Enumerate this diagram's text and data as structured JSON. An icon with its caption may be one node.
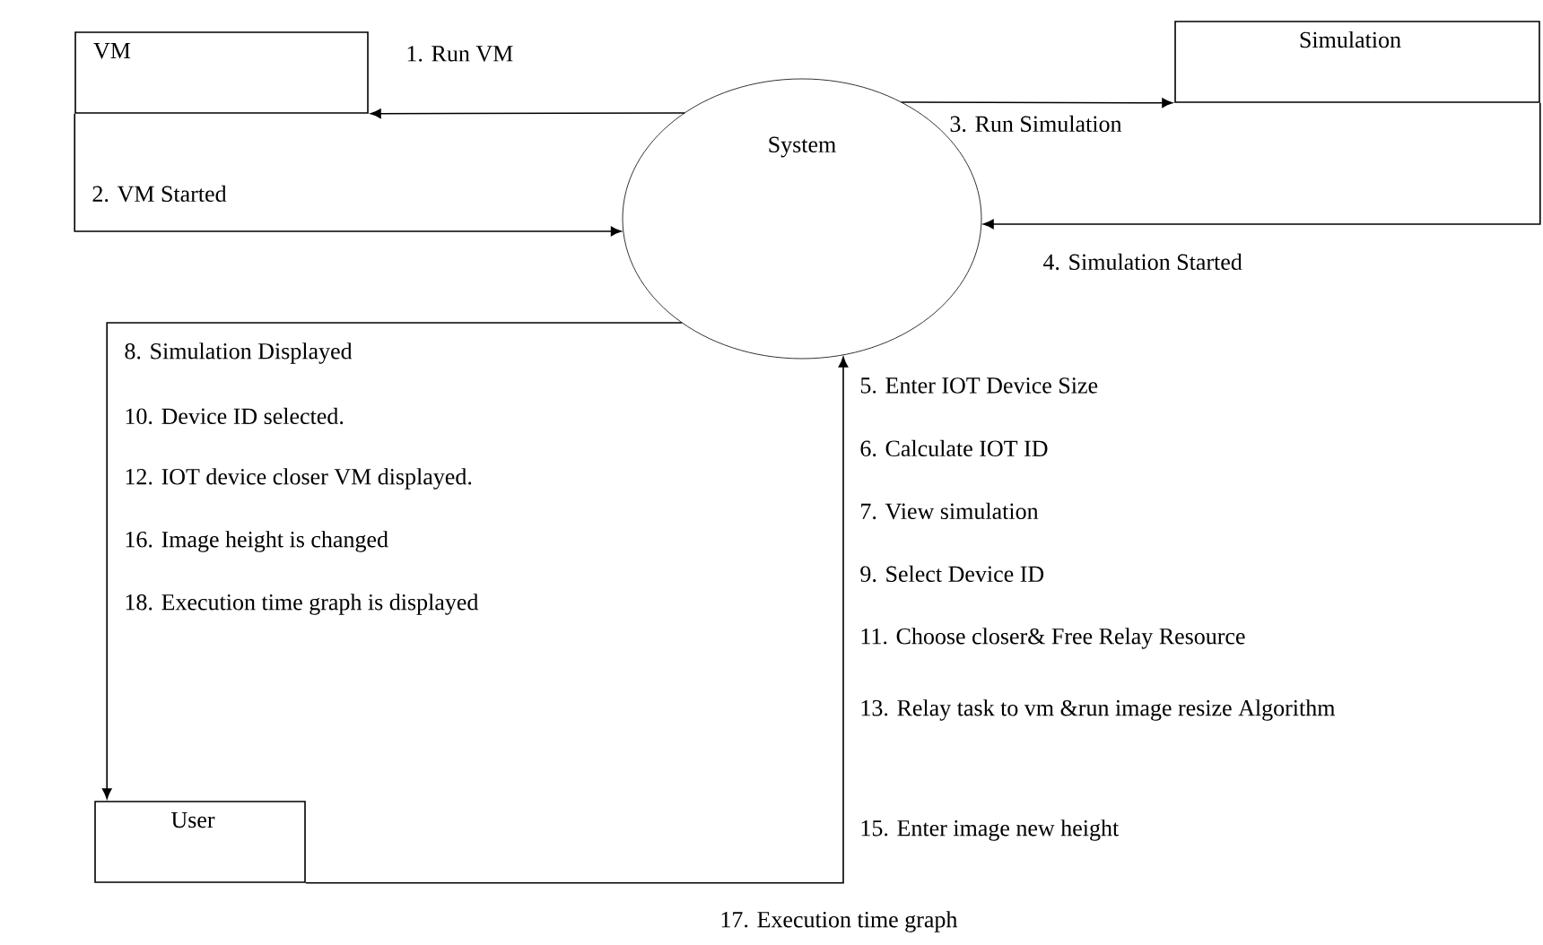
{
  "diagram": {
    "nodes": [
      {
        "text": [
          "VM"
        ]
      },
      {
        "text": [
          "Simulation"
        ]
      },
      {
        "text": [
          "System"
        ]
      },
      {
        "text": [
          "User"
        ]
      }
    ],
    "edges": [
      {
        "from": 2,
        "to": 0,
        "arrow": "to",
        "label": "1. Run VM"
      },
      {
        "from": 0,
        "to": 2,
        "arrow": "to",
        "label": "2. VM Started"
      },
      {
        "from": 2,
        "to": 1,
        "arrow": "to",
        "label": "3. Run Simulation"
      },
      {
        "from": 1,
        "to": 2,
        "arrow": "to",
        "label": "4. Simulation Started"
      },
      {
        "from": 2,
        "to": 3,
        "arrow": "to"
      },
      {
        "from": 3,
        "to": 2,
        "arrow": "to"
      }
    ],
    "labels": [
      "8. Simulation Displayed",
      "10. Device ID selected.",
      "5. Enter IOT Device Size",
      "12. IOT device closer VM displayed.",
      "6. Calculate IOT ID",
      "16. Image height is changed",
      "7. View simulation",
      "18. Execution time graph is displayed",
      "9. Select Device ID",
      "11. Choose closer& Free Relay Resource",
      "13. Relay task to vm &run image resize Algorithm",
      "15. Enter image new height",
      "17. Execution time graph"
    ]
  }
}
